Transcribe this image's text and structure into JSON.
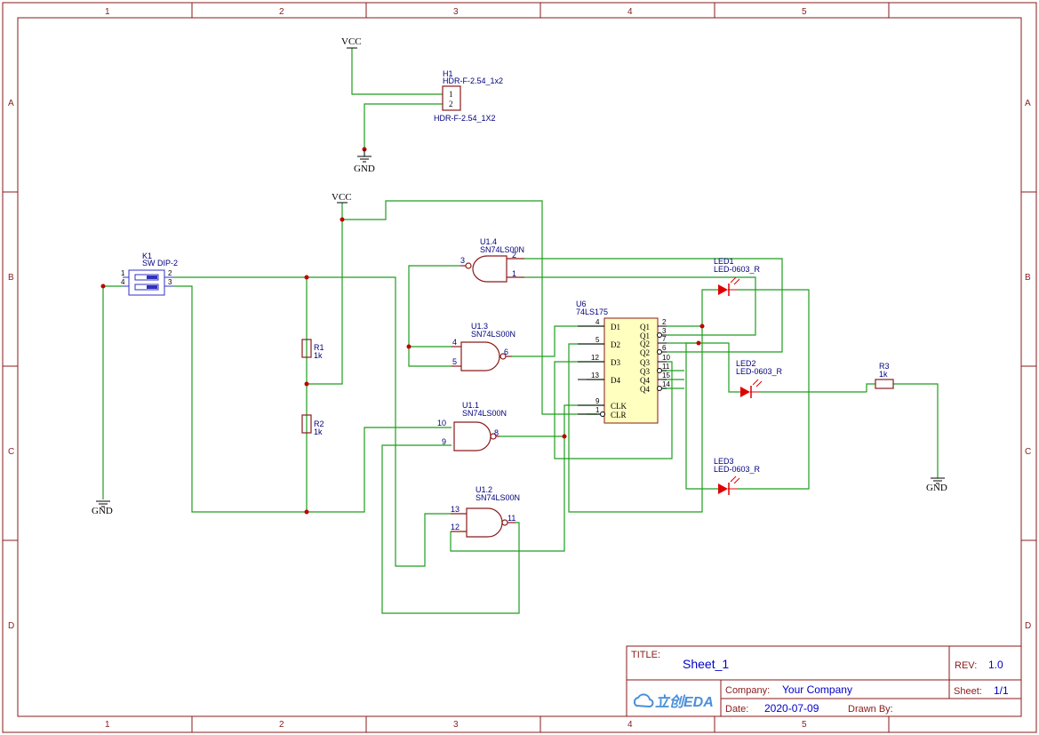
{
  "frame": {
    "columns": [
      "1",
      "2",
      "3",
      "4",
      "5"
    ],
    "rows": [
      "A",
      "B",
      "C",
      "D"
    ]
  },
  "power": {
    "vcc_top": "VCC",
    "vcc_mid": "VCC",
    "gnd_top": "GND",
    "gnd_left": "GND",
    "gnd_right": "GND"
  },
  "components": {
    "h1": {
      "designator": "H1",
      "value": "HDR-F-2.54_1x2",
      "footprint": "HDR-F-2.54_1X2",
      "pins": [
        "1",
        "2"
      ]
    },
    "k1": {
      "designator": "K1",
      "value": "SW DIP-2",
      "pins": [
        "1",
        "4",
        "2",
        "3"
      ]
    },
    "r1": {
      "designator": "R1",
      "value": "1k"
    },
    "r2": {
      "designator": "R2",
      "value": "1k"
    },
    "r3": {
      "designator": "R3",
      "value": "1k"
    },
    "u14": {
      "designator": "U1.4",
      "value": "SN74LS00N",
      "in_a": "3",
      "out": "2",
      "in_b": "1"
    },
    "u13": {
      "designator": "U1.3",
      "value": "SN74LS00N",
      "in_a": "4",
      "in_b": "5",
      "out": "6"
    },
    "u11": {
      "designator": "U1.1",
      "value": "SN74LS00N",
      "in_a": "10",
      "in_b": "9",
      "out": "8"
    },
    "u12": {
      "designator": "U1.2",
      "value": "SN74LS00N",
      "in_a": "13",
      "in_b": "12",
      "out": "11"
    },
    "u6": {
      "designator": "U6",
      "value": "74LS175",
      "left_pins": [
        {
          "name": "D1",
          "num": "4"
        },
        {
          "name": "D2",
          "num": "5"
        },
        {
          "name": "D3",
          "num": "12"
        },
        {
          "name": "D4",
          "num": "13"
        },
        {
          "name": "CLK",
          "num": "9"
        },
        {
          "name": "CLR",
          "num": "1"
        }
      ],
      "right_pins": [
        {
          "name": "Q1",
          "num": "2"
        },
        {
          "name": "Q1",
          "num": "3"
        },
        {
          "name": "Q2",
          "num": "7"
        },
        {
          "name": "Q2",
          "num": "6"
        },
        {
          "name": "Q3",
          "num": "10"
        },
        {
          "name": "Q3",
          "num": "11"
        },
        {
          "name": "Q4",
          "num": "15"
        },
        {
          "name": "Q4",
          "num": "14"
        }
      ]
    },
    "led1": {
      "designator": "LED1",
      "value": "LED-0603_R"
    },
    "led2": {
      "designator": "LED2",
      "value": "LED-0603_R"
    },
    "led3": {
      "designator": "LED3",
      "value": "LED-0603_R"
    }
  },
  "title_block": {
    "title_label": "TITLE:",
    "title": "Sheet_1",
    "rev_label": "REV:",
    "rev": "1.0",
    "company_label": "Company:",
    "company": "Your Company",
    "sheet_label": "Sheet:",
    "sheet": "1/1",
    "date_label": "Date:",
    "date": "2020-07-09",
    "drawn_label": "Drawn By:",
    "drawn": "",
    "logo": "立创EDA"
  }
}
